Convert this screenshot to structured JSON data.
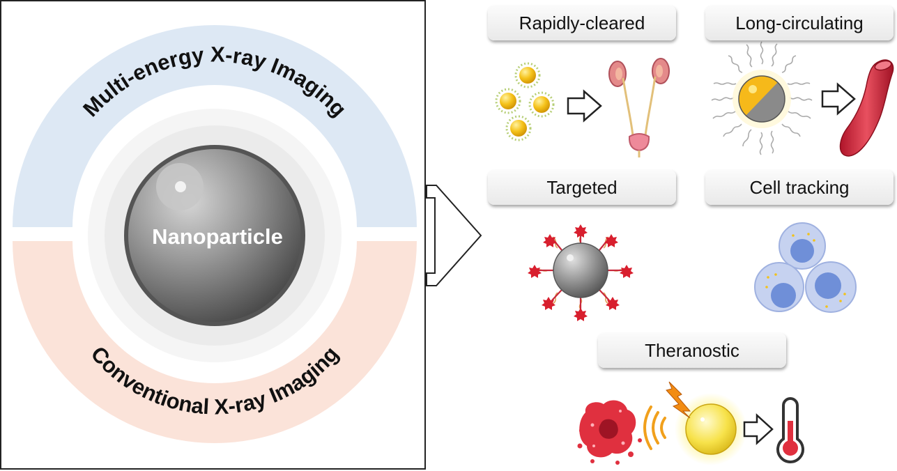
{
  "left_panel": {
    "ring_top_label": "Multi-energy X-ray Imaging",
    "ring_bottom_label": "Conventional X-ray Imaging",
    "core_label": "Nanoparticle"
  },
  "categories": {
    "rapidly_cleared": "Rapidly-cleared",
    "long_circulating": "Long-circulating",
    "targeted": "Targeted",
    "cell_tracking": "Cell tracking",
    "theranostic": "Theranostic"
  },
  "colors": {
    "ring_top": "#dde8f4",
    "ring_bottom": "#fbe3d9",
    "gold": "#f2b817",
    "red": "#c8283a",
    "cell": "#c6d2f0",
    "nucleus": "#6f8fd8"
  },
  "icons": [
    "gold-nanoparticle-icon",
    "arrow-icon",
    "kidney-bladder-icon",
    "pegylated-nanoparticle-icon",
    "blood-vessel-icon",
    "targeted-nanoparticle-icon",
    "cells-icon",
    "tumor-icon",
    "signal-waves-icon",
    "lightning-icon",
    "glowing-nanoparticle-icon",
    "thermometer-icon"
  ]
}
